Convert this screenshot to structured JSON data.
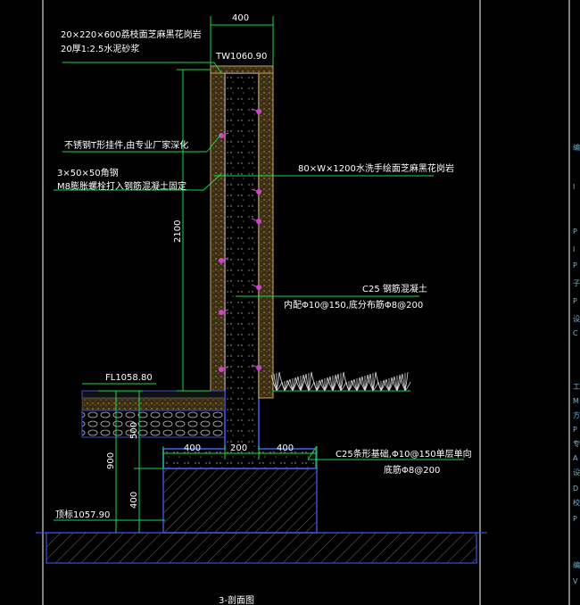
{
  "drawing_title": "3-剖面图",
  "annotations": {
    "cap_stone_line1": "20×220×600荔枝面芝麻黑花岗岩",
    "cap_stone_line2": "20厚1:2.5水泥砂浆",
    "tw_elevation": "TW1060.90",
    "hanger_note": "不锈钢T形挂件,由专业厂家深化",
    "angle_line1": "3×50×50角钢",
    "angle_line2": "M8膨胀螺栓打入钢筋混凝土固定",
    "cladding_note": "80×W×1200水洗手绘面芝麻黑花岗岩",
    "wall_concrete": "C25 钢筋混凝土",
    "wall_rebar": "内配Φ10@150,底分布筋Φ8@200",
    "fl_elevation": "FL1058.80",
    "footing_line1": "C25条形基础,Φ10@150单层单向",
    "footing_line2": "底筋Φ8@200",
    "base_elevation": "顶标1057.90"
  },
  "dimensions": {
    "top_width": "400",
    "wall_height": "2100",
    "left_toe": "400",
    "stem": "200",
    "right_toe": "400",
    "depth_500": "500",
    "depth_900": "900",
    "footing_400": "400"
  },
  "side_panel_glyphs": [
    "编",
    "I",
    "P",
    "I",
    "P",
    "子",
    "P",
    "设",
    "C",
    "工",
    "M",
    "方",
    "P",
    "专",
    "A",
    "设",
    "D",
    "校",
    "P",
    "编",
    "V"
  ],
  "colors": {
    "background": "#000000",
    "concrete": "#3a4fd0",
    "green_line": "#19d94a",
    "hatch": "#9a9a9a",
    "stone_fill": "#c8a45a",
    "text": "#ffffff",
    "bolt": "#cc44cc"
  }
}
